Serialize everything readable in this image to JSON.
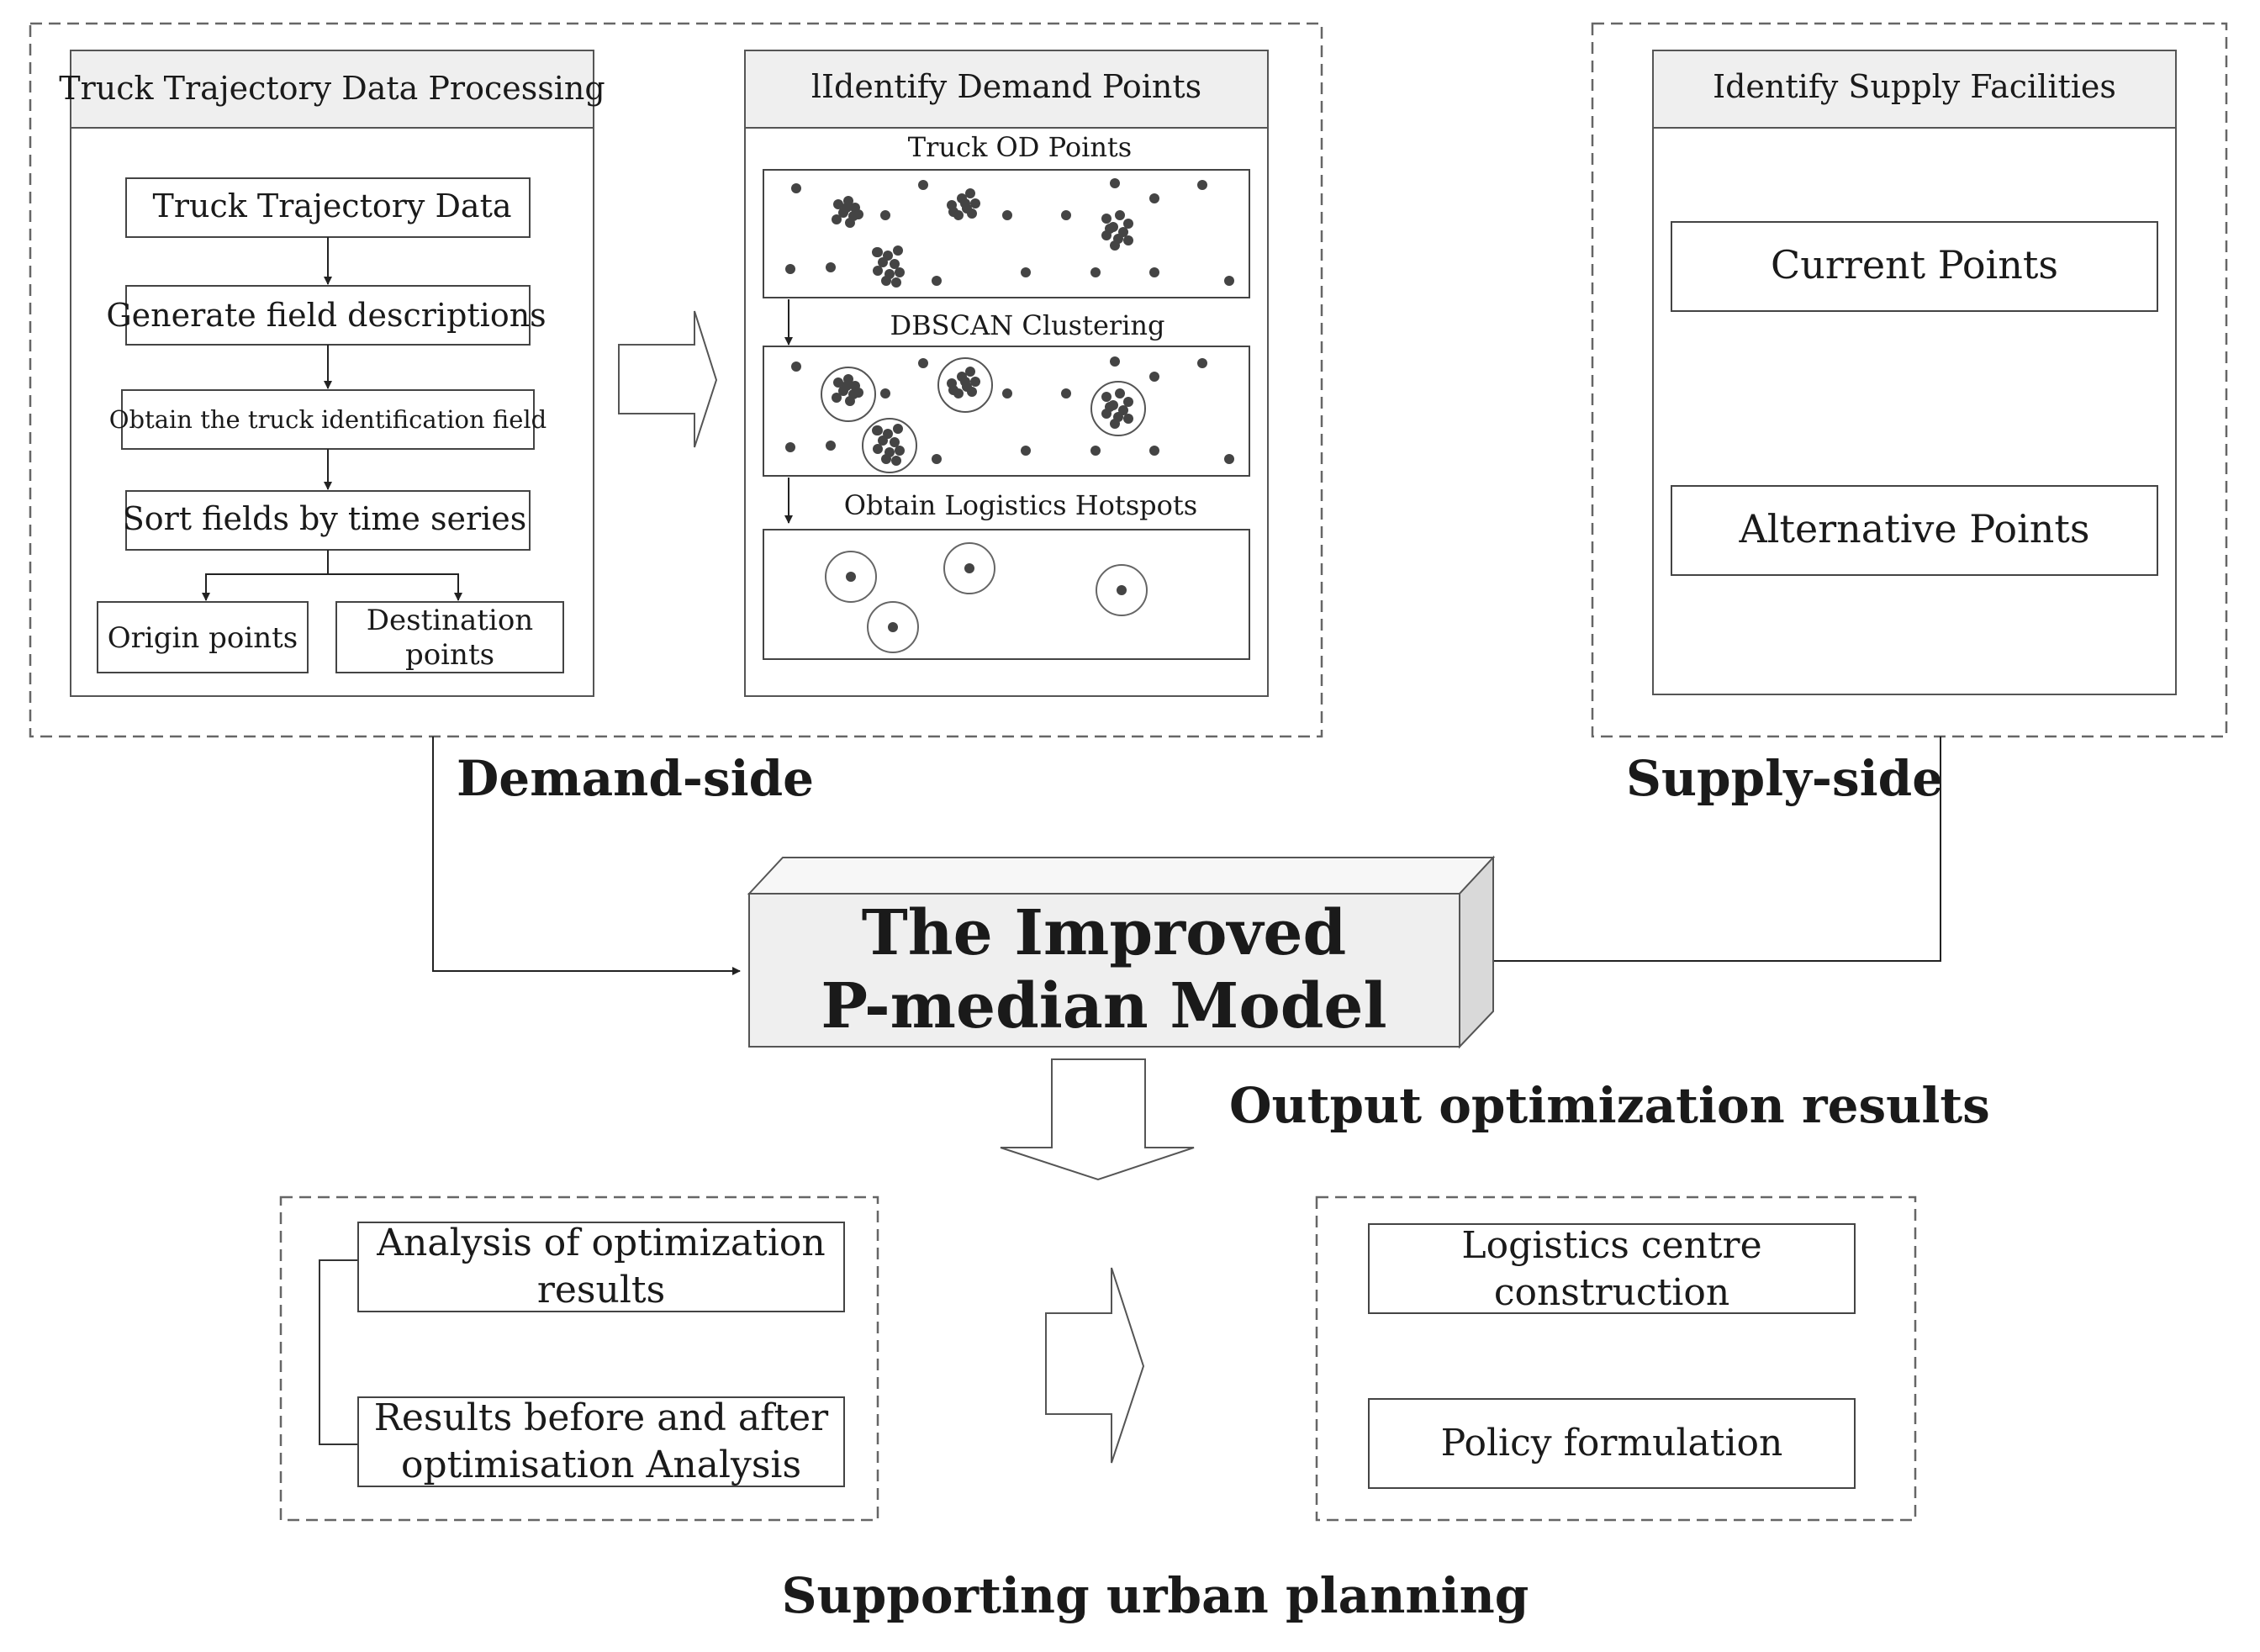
{
  "processing": {
    "title": "Truck Trajectory Data Processing",
    "steps": [
      "Truck Trajectory Data",
      "Generate field descriptions",
      "Obtain the truck identification field",
      "Sort fields by time series"
    ],
    "origin": "Origin points",
    "destination": [
      "Destination",
      "points"
    ]
  },
  "demand": {
    "title": "lIdentify Demand Points",
    "od_label": "Truck OD Points",
    "dbscan_label": "DBSCAN Clustering",
    "hotspots_label": "Obtain Logistics Hotspots"
  },
  "supply": {
    "title": "Identify Supply Facilities",
    "current": "Current Points",
    "alternative": "Alternative Points"
  },
  "labels": {
    "demand_side": "Demand-side",
    "supply_side": "Supply-side",
    "output": "Output optimization results",
    "supporting": "Supporting urban planning"
  },
  "model": {
    "line1": "The Improved",
    "line2": "P-median Model"
  },
  "analysis": {
    "item1": [
      "Analysis of optimization",
      "results"
    ],
    "item2": [
      "Results before and after",
      "optimisation Analysis"
    ]
  },
  "planning": {
    "item1": [
      "Logistics centre",
      "construction"
    ],
    "item2": "Policy formulation"
  }
}
